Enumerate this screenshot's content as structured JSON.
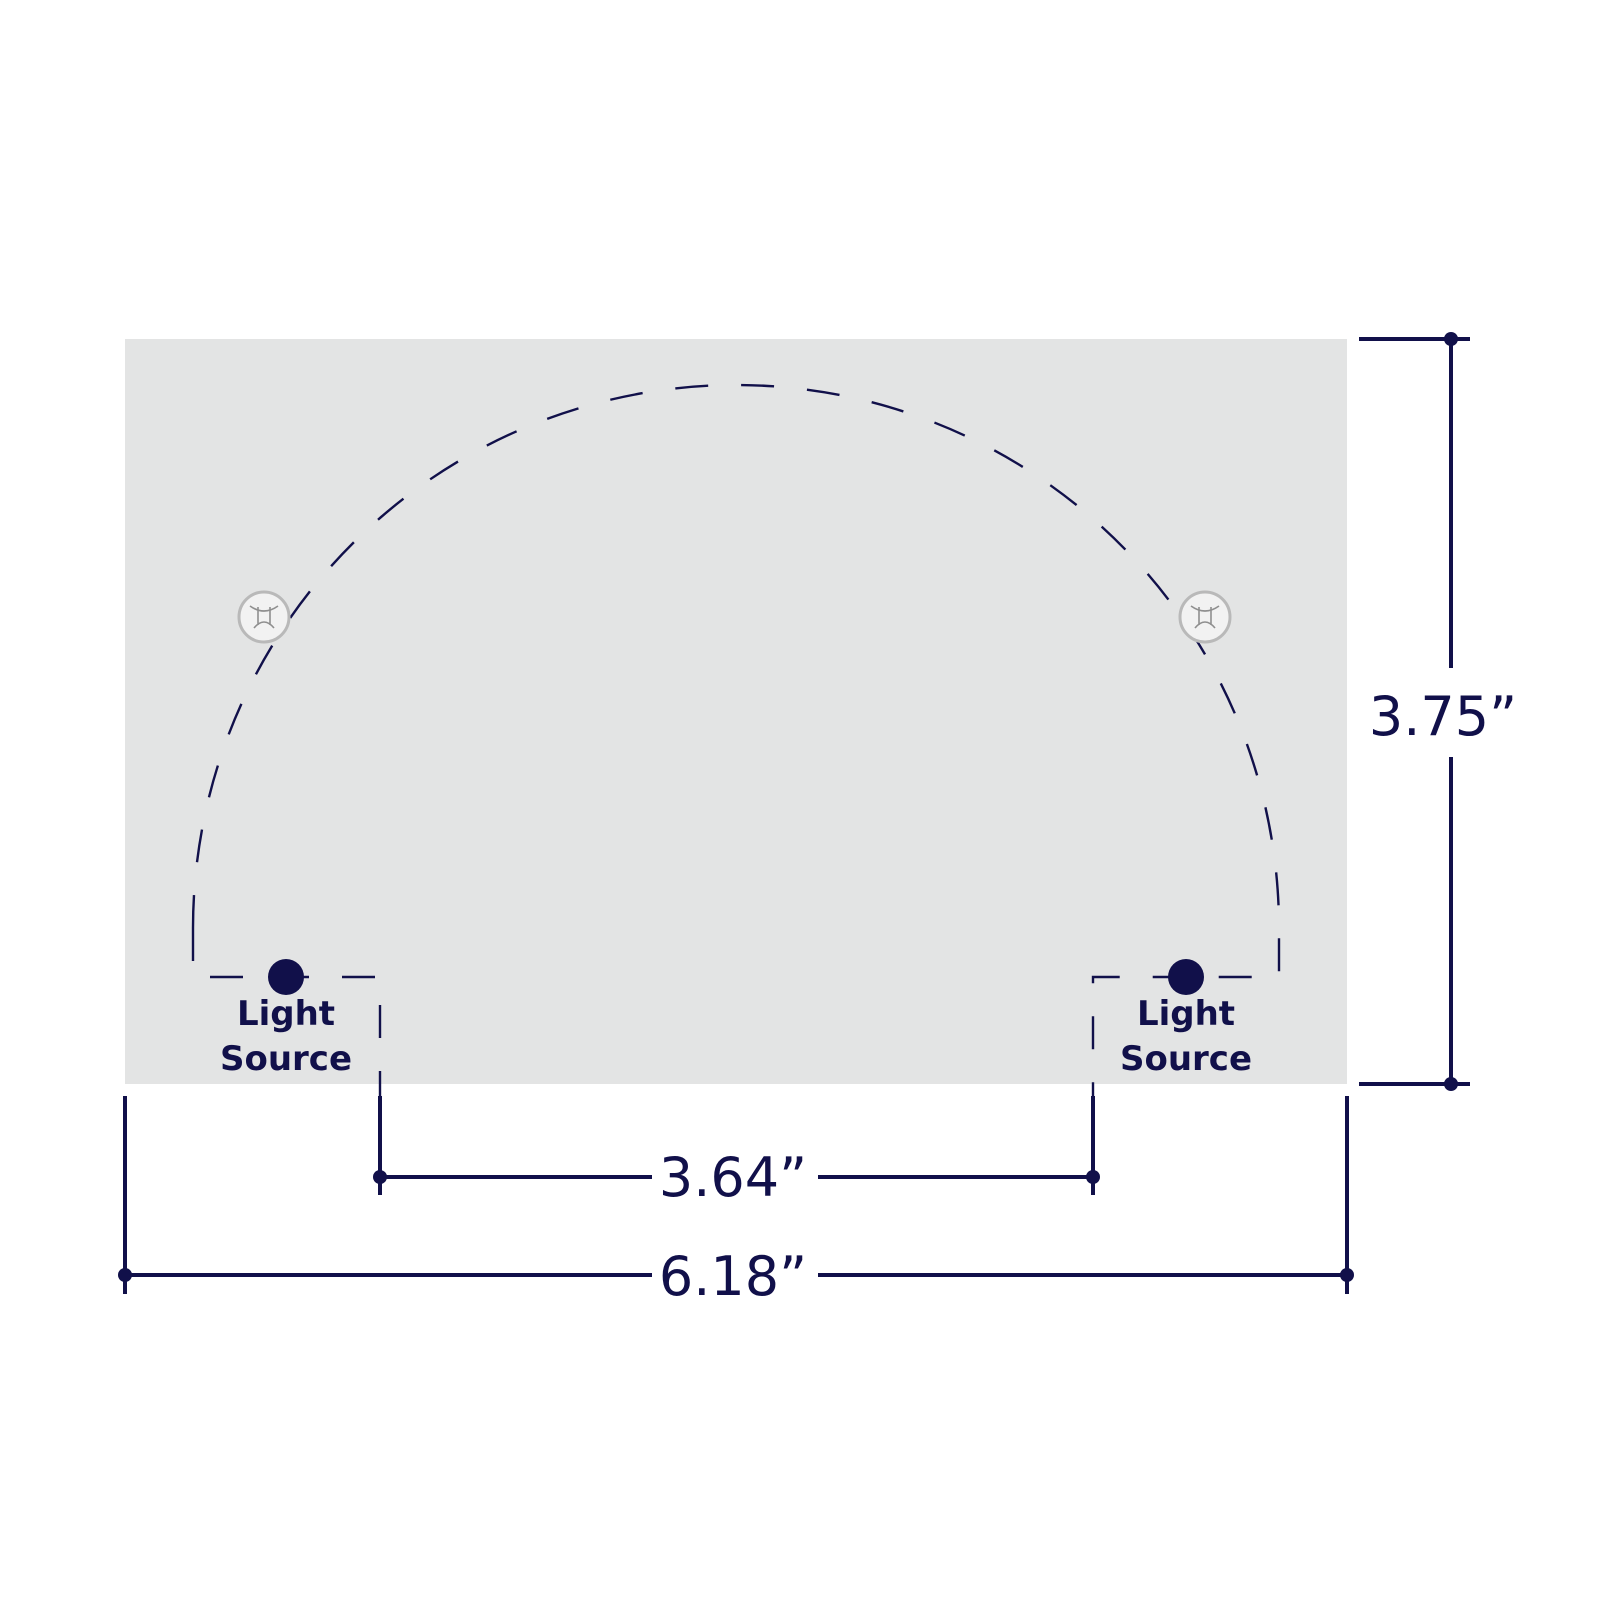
{
  "diagram": {
    "colors": {
      "ink": "#11104a",
      "plate": "#e3e4e4",
      "screw": "#f2f2f2",
      "background": "#ffffff"
    },
    "light_sources": [
      {
        "line1": "Light",
        "line2": "Source"
      },
      {
        "line1": "Light",
        "line2": "Source"
      }
    ],
    "dimensions": {
      "height": "3.75”",
      "inner_width": "3.64”",
      "overall_width": "6.18”"
    },
    "icons": [
      "screw-icon",
      "screw-icon",
      "light-source-dot-icon",
      "light-source-dot-icon"
    ]
  }
}
